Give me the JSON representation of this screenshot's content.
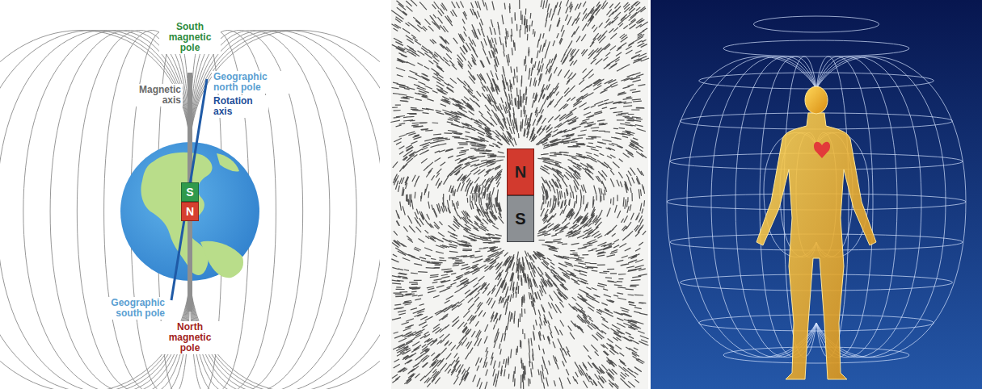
{
  "diagram": {
    "nodes": [
      {
        "text": [
          "S"
        ]
      },
      {
        "text": [
          "N"
        ]
      },
      {
        "text": [
          "N"
        ]
      },
      {
        "text": [
          "S"
        ]
      }
    ],
    "labels": [
      "South magnetic pole",
      "Geographic north pole",
      "Magnetic axis",
      "Rotation axis",
      "Geographic south pole",
      "North magnetic pole"
    ]
  }
}
